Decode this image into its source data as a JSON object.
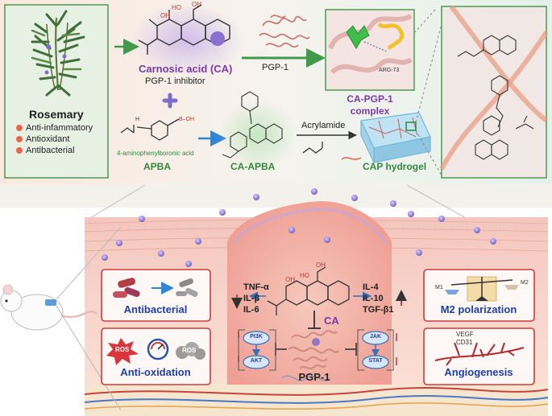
{
  "top": {
    "rosemary": {
      "title": "Rosemary",
      "properties": [
        "Anti-infammatory",
        "Antioxidant",
        "Antibacterial"
      ]
    },
    "carnosic_acid": {
      "name": "Carnosic acid (CA)",
      "role": "PGP-1 inhibitor"
    },
    "protein_label": "PGP-1",
    "complex": {
      "line1": "CA-PGP-1",
      "line2": "complex",
      "residue": "ARG-73"
    },
    "apba": {
      "full_name": "4-aminophenylboronic acid",
      "abbr": "APBA"
    },
    "ca_apba": "CA-APBA",
    "reagent": "Acrylamide",
    "hydrogel": "CAP hydrogel"
  },
  "bottom": {
    "ca_label": "CA",
    "pgp_label": "PGP-1",
    "left_cytokines": [
      "TNF-α",
      "IL-β",
      "IL-6"
    ],
    "right_cytokines": [
      "IL-4",
      "IL-10",
      "TGF-β1"
    ],
    "pathways": {
      "left_top": "PI3K",
      "left_bottom": "AKT",
      "right_top": "JAK",
      "right_bottom": "STAT"
    },
    "effects": {
      "antibacterial": "Antibacterial",
      "antioxidation": "Anti-oxidation",
      "ros": "ROS",
      "m2": "M2 polarization",
      "m1_tag": "M1",
      "m2_tag": "M2",
      "angiogenesis": "Angiogenesis",
      "vegf": "VEGF",
      "cd31": "CD31"
    }
  },
  "colors": {
    "green_accent": "#2f8a3c",
    "purple_accent": "#7a3aa8",
    "blue_title": "#1f3fa8",
    "red_box": "#d23a3a"
  }
}
